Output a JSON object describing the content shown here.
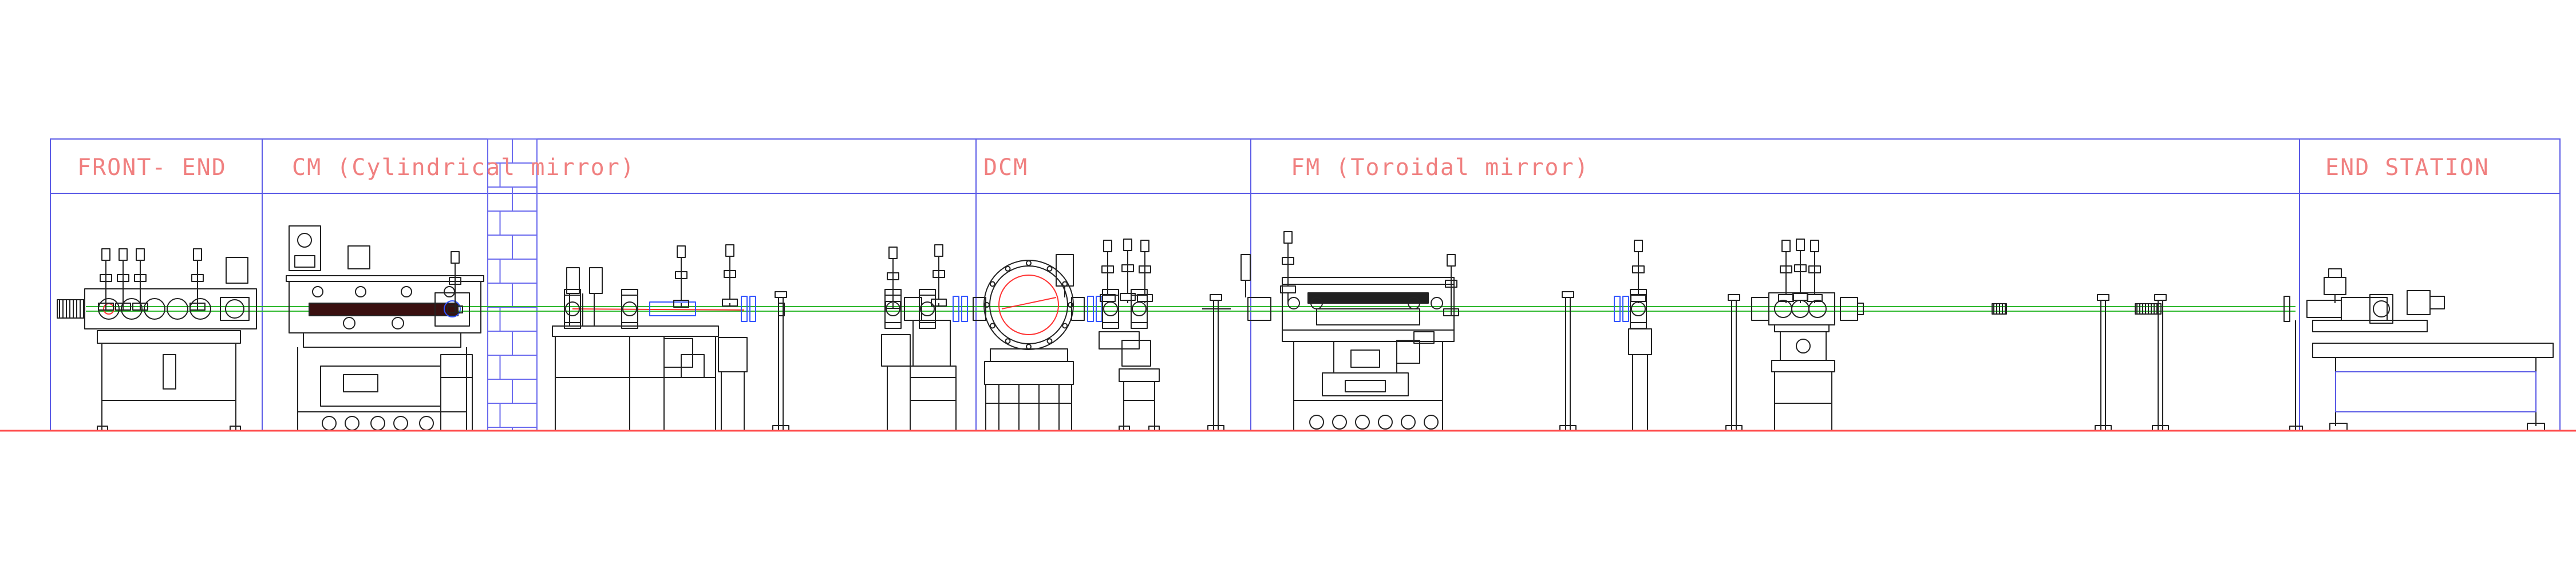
{
  "sections": [
    {
      "id": "front-end",
      "label": "FRONT- END"
    },
    {
      "id": "cm",
      "label": "CM (Cylindrical mirror)"
    },
    {
      "id": "dcm",
      "label": "DCM"
    },
    {
      "id": "fm",
      "label": "FM (Toroidal mirror)"
    },
    {
      "id": "end-station",
      "label": "END STATION"
    }
  ],
  "colors": {
    "frame": "#5a5ae6",
    "label": "#f08080",
    "drawing": "#222222",
    "beam": "#2eb82e",
    "beam_accent": "#ff3333",
    "floor": "#ff4d4d",
    "wall": "#6a6aee",
    "detail_blue": "#3355ff"
  }
}
